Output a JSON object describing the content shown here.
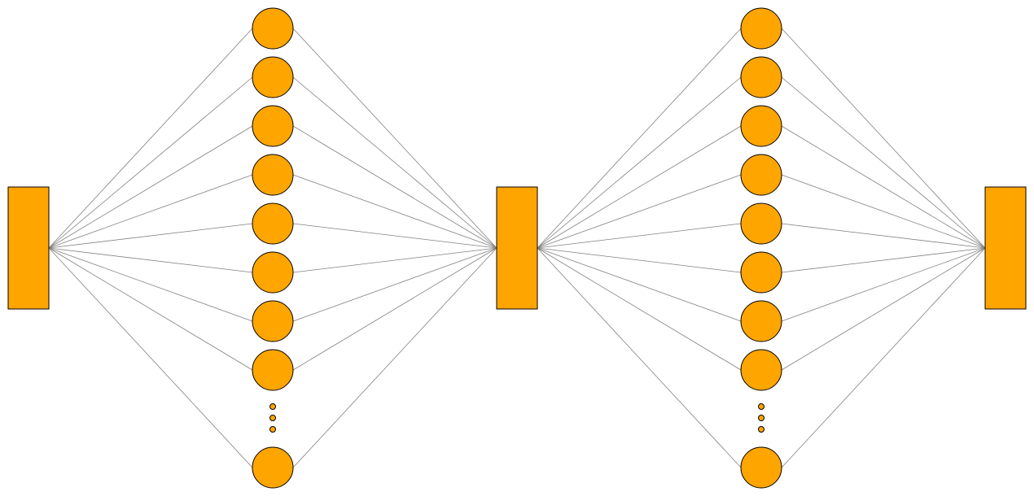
{
  "diagram": {
    "colors": {
      "node_fill": "#FFA500",
      "node_stroke": "#000000",
      "edge": "#808080",
      "background": "#FFFFFF"
    },
    "blocks": [
      {
        "id": "block-1",
        "shape": "rectangle"
      },
      {
        "id": "block-2",
        "shape": "rectangle"
      },
      {
        "id": "block-3",
        "shape": "rectangle"
      }
    ],
    "layers": [
      {
        "id": "layer-1",
        "between": [
          "block-1",
          "block-2"
        ],
        "visible_nodes_before_ellipsis": 8,
        "visible_nodes_after_ellipsis": 1,
        "ellipsis": "vertical-dots"
      },
      {
        "id": "layer-2",
        "between": [
          "block-2",
          "block-3"
        ],
        "visible_nodes_before_ellipsis": 8,
        "visible_nodes_after_ellipsis": 1,
        "ellipsis": "vertical-dots"
      }
    ],
    "connectivity": "fully-connected"
  }
}
